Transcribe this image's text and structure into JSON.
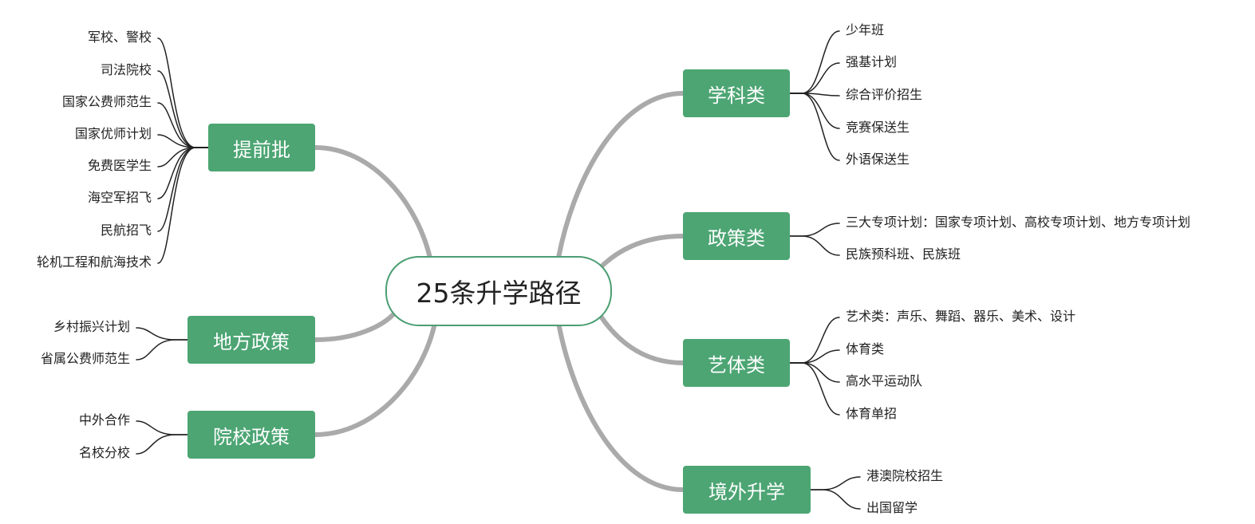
{
  "center": "25条升学路径",
  "colors": {
    "branch": "#4ca573",
    "center_border": "#4b9e72",
    "main_line": "#aaaaaa",
    "leaf_line": "#222222"
  },
  "branches": [
    {
      "label": "提前批",
      "leaves": [
        "军校、警校",
        "司法院校",
        "国家公费师范生",
        "国家优师计划",
        "免费医学生",
        "海空军招飞",
        "民航招飞",
        "轮机工程和航海技术"
      ]
    },
    {
      "label": "地方政策",
      "leaves": [
        "乡村振兴计划",
        "省属公费师范生"
      ]
    },
    {
      "label": "院校政策",
      "leaves": [
        "中外合作",
        "名校分校"
      ]
    },
    {
      "label": "学科类",
      "leaves": [
        "少年班",
        "强基计划",
        "综合评价招生",
        "竞赛保送生",
        "外语保送生"
      ]
    },
    {
      "label": "政策类",
      "leaves": [
        "三大专项计划：国家专项计划、高校专项计划、地方专项计划",
        "民族预科班、民族班"
      ]
    },
    {
      "label": "艺体类",
      "leaves": [
        "艺术类：声乐、舞蹈、器乐、美术、设计",
        "体育类",
        "高水平运动队",
        "体育单招"
      ]
    },
    {
      "label": "境外升学",
      "leaves": [
        "港澳院校招生",
        "出国留学"
      ]
    }
  ]
}
